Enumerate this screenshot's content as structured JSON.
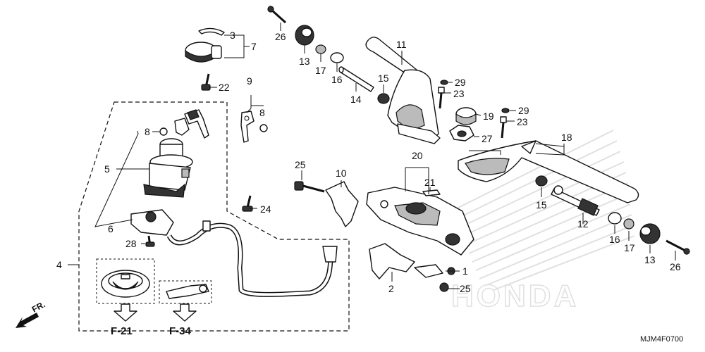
{
  "callouts": {
    "c1": "1",
    "c2": "2",
    "c3": "3",
    "c4": "4",
    "c5": "5",
    "c6": "6",
    "c7": "7",
    "c8a": "8",
    "c8b": "8",
    "c9": "9",
    "c10": "10",
    "c11": "11",
    "c12": "12",
    "c13a": "13",
    "c13b": "13",
    "c14": "14",
    "c15a": "15",
    "c15b": "15",
    "c16a": "16",
    "c16b": "16",
    "c17a": "17",
    "c17b": "17",
    "c18": "18",
    "c19": "19",
    "c20": "20",
    "c21": "21",
    "c22": "22",
    "c23a": "23",
    "c23b": "23",
    "c24": "24",
    "c25a": "25",
    "c25b": "25",
    "c26a": "26",
    "c26b": "26",
    "c27": "27",
    "c28": "28",
    "c29a": "29",
    "c29b": "29"
  },
  "references": {
    "ref_a": "F-21",
    "ref_b": "F-34"
  },
  "direction": "FR.",
  "diagram_code": "MJM4F0700",
  "watermark": "HONDA"
}
